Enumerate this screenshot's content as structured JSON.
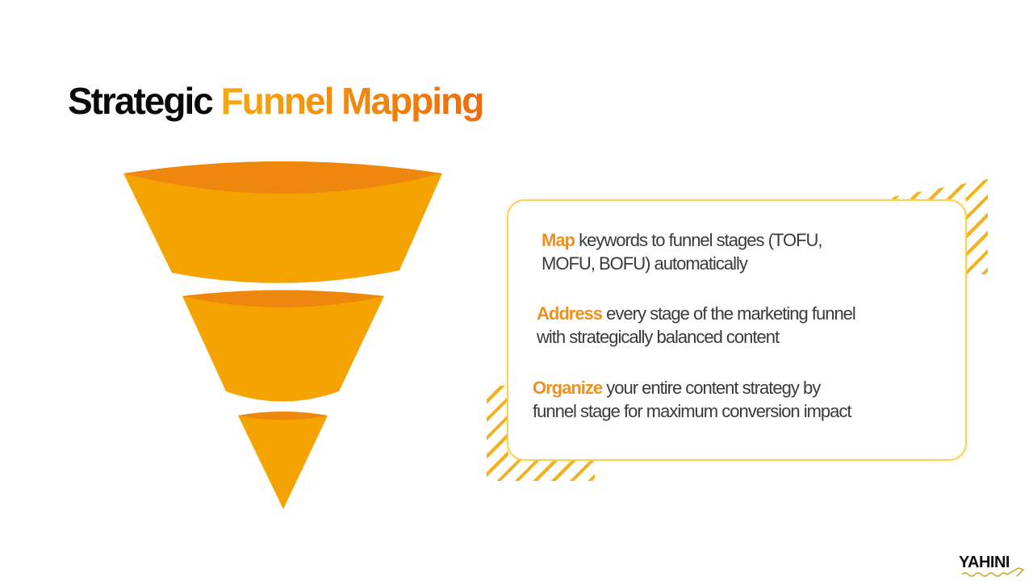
{
  "title": {
    "part1": "Strategic",
    "part2": "Funnel Mapping"
  },
  "colors": {
    "accent": "#f0901a",
    "funnel": "#f5a300",
    "funnel_rim": "#ee870e",
    "card_border": "#f8d05a"
  },
  "bullets": [
    {
      "highlight": "Map",
      "line1": " keywords to funnel stages (TOFU,",
      "line2": "MOFU, BOFU) automatically"
    },
    {
      "highlight": "Address",
      "line1": " every stage of the marketing funnel",
      "line2": "with strategically balanced content"
    },
    {
      "highlight": "Organize",
      "line1": " your entire content strategy by",
      "line2": "funnel stage for maximum conversion impact"
    }
  ],
  "logo": "YAHINI"
}
